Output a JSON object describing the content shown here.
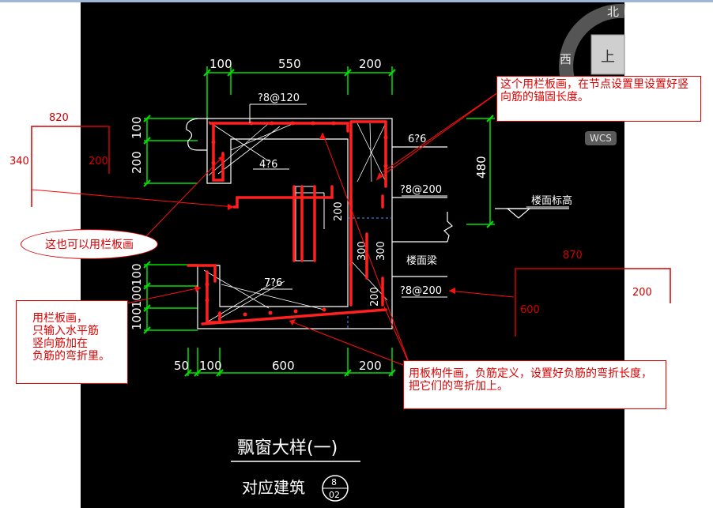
{
  "dimensions_top": [
    "100",
    "550",
    "200"
  ],
  "dimensions_bottom": [
    "50",
    "100",
    "600",
    "200"
  ],
  "dimensions_left_top": [
    "100",
    "200"
  ],
  "dimensions_left_bottom": [
    "100",
    "100",
    "100"
  ],
  "dimension_right": "480",
  "rebar_labels": {
    "top_bar": "?8@120",
    "diag_top": "4?6",
    "right_top": "6?6",
    "right_mid": "?8@200",
    "bottom_center": "7?6",
    "right_bottom": "?8@200",
    "vertical_200": "200",
    "vertical_300a": "300",
    "vertical_300b": "300",
    "vertical_200b": "200"
  },
  "cad_text": {
    "floor_elevation": "楼面标高",
    "floor_beam": "楼面梁",
    "title": "飘窗大样(一)",
    "subtitle": "对应建筑",
    "ref_top": "8",
    "ref_bottom": "02"
  },
  "compass": {
    "north": "北",
    "west": "西",
    "top_btn": "上",
    "wcs": "WCS"
  },
  "annotations": {
    "note_top_right": "这个用栏板画，在节点设置里设置好竖向筋的锚固长度。",
    "note_oval": "这也可以用栏板画",
    "note_left": [
      "用栏板画，",
      "只输入水平筋",
      "竖向筋加在",
      "负筋的弯折里。"
    ],
    "note_bottom": "用板构件画，负筋定义，设置好负筋的弯折长度，把它们的弯折加上。"
  },
  "left_sketch": {
    "top": "820",
    "left": "340",
    "right": "200"
  },
  "right_sketch": {
    "top": "870",
    "left": "600",
    "right": "200"
  },
  "colors": {
    "cad_bg": "#000000",
    "rebar": "#ff2020",
    "dim": "#00e000",
    "note": "#e00000"
  }
}
